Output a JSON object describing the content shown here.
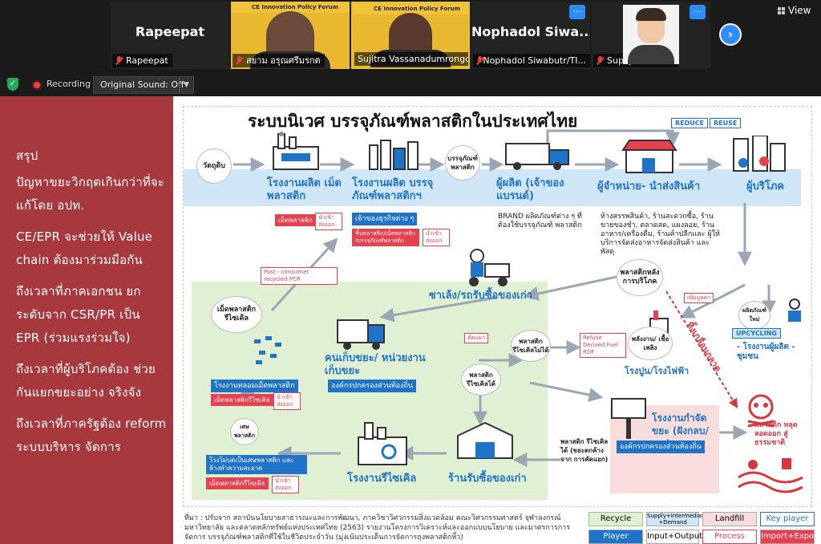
{
  "participants": [
    {
      "name": "Rapeepat",
      "label": "Rapeepat"
    },
    {
      "name": "",
      "label": "สยาม อรุณศรีมรกต",
      "banner": "CE Innovation Policy Forum"
    },
    {
      "name": "",
      "label": "Sujitra Vassanadumrongd...",
      "banner": "CE Innovation Policy Forum"
    },
    {
      "name": "Nophadol Siwa...",
      "label": "Nophadol Siwabutr/TI..."
    },
    {
      "name": "",
      "label": "Supoj Chaiwilai"
    }
  ],
  "view_label": "View",
  "recording": {
    "label": "Recording",
    "sound": "Original Sound: Off"
  },
  "summary": {
    "heading": "สรุป",
    "items": [
      "ปัญหาขยะวิกฤตเกินกว่าที่จะแก้โดย อปท.",
      "CE/EPR จะช่วยให้ Value chain ต้องมาร่วมมือกัน",
      "ถึงเวลาที่ภาคเอกชน ยกระดับจาก CSR/PR เป็น EPR (ร่วมแรงร่วมใจ)",
      "ถึงเวลาที่ผู้บริโภคต้อง ช่วยกันแยกขยะอย่าง จริงจัง",
      "ถึงเวลาที่ภาครัฐต้อง reform ระบบบริหาร จัดการ"
    ]
  },
  "slide": {
    "title": "ระบบนิเวศ บรรจุภัณฑ์พลาสติกในประเทศไทย",
    "raw_material": "วัตถุดิบ",
    "reduce": "REDUCE",
    "reuse": "REUSE",
    "stages": {
      "pellet_factory": "โรงงานผลิต เม็ดพลาสติก",
      "packaging_factory": "โรงงานผลิต บรรจุภัณฑ์พลาสติกฯ",
      "producer": "ผู้ผลิต (เจ้าของแบรนด์)",
      "retailer": "ผู้จำหน่าย- นำส่งสินค้า",
      "consumer": "ผู้บริโภค"
    },
    "tags": {
      "pellet_tag": "เม็ดพลาสติก",
      "import_export": "นำเข้า ส่งออก",
      "business_owners": "เจ้าของธุรกิจต่าง ๆ",
      "sheet_tag": "ชิ้นพลาสติก/เม็ดพลาสติก /บรรจุภัณฑ์พลาสติก",
      "post_consumer": "Post - consumer recycled PCR",
      "brand_note": "BRAND ผลิตภัณฑ์ต่าง ๆ ที่ต้องใช้บรรจุภัณฑ์ พลาสติก",
      "retail_note": "ห้างสรรพสินค้า, ร้านสะดวกซื้อ, ร้านขายของชำ, ตลาดสด, แผงลอย, ร้านอาหาร/เครื่องดื่ม, ร้านค้าปลีกและ ผู้ให้บริการจัดส่งอาหารจัดส่งสินค้า และ พัสดุ",
      "packaging_circle": "บรรจุภัณฑ์ พลาสติก",
      "post_use": "พลาสติกหลัง การบริโภค",
      "upcycling": "UPCYCLING",
      "upcycle_label": "- โรงงานผู้ผลิต - ชุมชน",
      "new_product": "ผลิตภัณฑ์ ใหม่",
      "added_value": "เพิ่มมูลค่า",
      "scrap_trader": "ซาเล้ง/รถรับซื้อของเก่า",
      "recycled_pellet": "เม็ดพลาสติก รีไซเคิล",
      "collector": "คนเก็บขยะ/ หน่วยงานเก็บขยะ",
      "local_gov": "องค์กรปกครองส่วนท้องถิ่น",
      "sorting": "คัดแยก",
      "recyclable": "พลาสติก รีไซเคิลได้",
      "non_recyclable": "พลาสติก รีไซเคิลไม่ได้",
      "rdf": "Refuse Derived Fuel RDF",
      "energy": "พลังงาน/ เชื้อเพลิง",
      "cement": "โรงปูน/โรงไฟฟ้า",
      "discard": "ทิ้งเกลื่อนกลาด",
      "melting": "โรงงานหลอมเม็ดพลาสติก",
      "recycled_pellet_tag": "เม็ดพลาสติกรีไซเคิล",
      "scrap": "เศษ พลาสติก",
      "crushing": "โรงโม่บดเป็นเศษพลาสติก และล้างทำความสะอาด",
      "scrap_tag": "เม็ดพลาสติกรีไซเคิล",
      "recycle_factory": "โรงงานรีไซเคิล",
      "junk_shop": "ร้านรับซื้อของเก่า",
      "recyclable_note": "พลาสติก รีไซเคิลได้ (ขยะตกค้างจาก การคัดแยก)",
      "disposal": "โรงงานกำจัดขยะ (ฝังกลบ/เผา)",
      "disposal_gov": "องค์กรปกครองส่วนท้องถิ่น",
      "leak": "พลาสติก หลุดลอดออก สู่ธรรมชาติ"
    },
    "footnote": "ที่มา : ปรับจาก สถาบันนโยบายสาธารณะและการพัฒนา, ภาควิชาวิศวกรรมสิ่งแวดล้อม คณะวิศวกรรมศาสตร์ จุฬาลงกรณ์มหาวิทยาลัย และตลาดหลักทรัพย์แห่งประเทศไทย (2563) รายงานโครงการวิเคราะห์และออกแบบนโยบาย และมาตรการการจัดการ บรรจุภัณฑ์พลาสติกที่ใช้ในชีวิตประจำวัน (มุ่งเน้นประเด็นการจัดการถุงพลาสติกหิ้ว)",
    "legend": {
      "recycle": "Recycle",
      "supply": "Supply+Intermediary +Demand",
      "landfill": "Landfill",
      "key_player": "Key player",
      "player": "Player",
      "input_output": "Input+Output",
      "process": "Process",
      "import_export": "Import+Export"
    }
  }
}
